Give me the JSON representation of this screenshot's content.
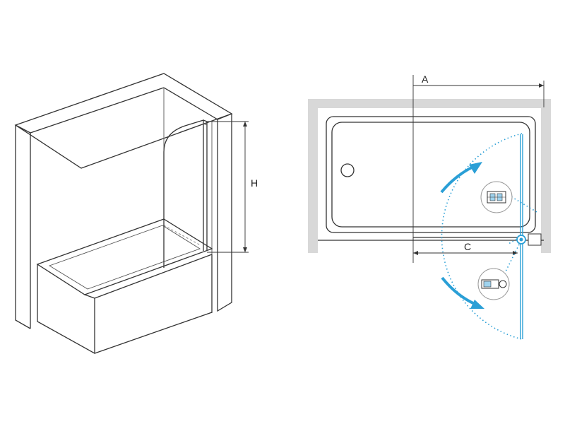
{
  "dimensions": {
    "height_label": "H",
    "width_label": "A",
    "panel_label": "C"
  },
  "colors": {
    "line": "#333333",
    "wall": "#d8d8d8",
    "swing": "#2a9fd6"
  },
  "icons": {
    "hinge_top": "hinge-bracket-icon",
    "hinge_bottom": "wall-profile-icon"
  }
}
